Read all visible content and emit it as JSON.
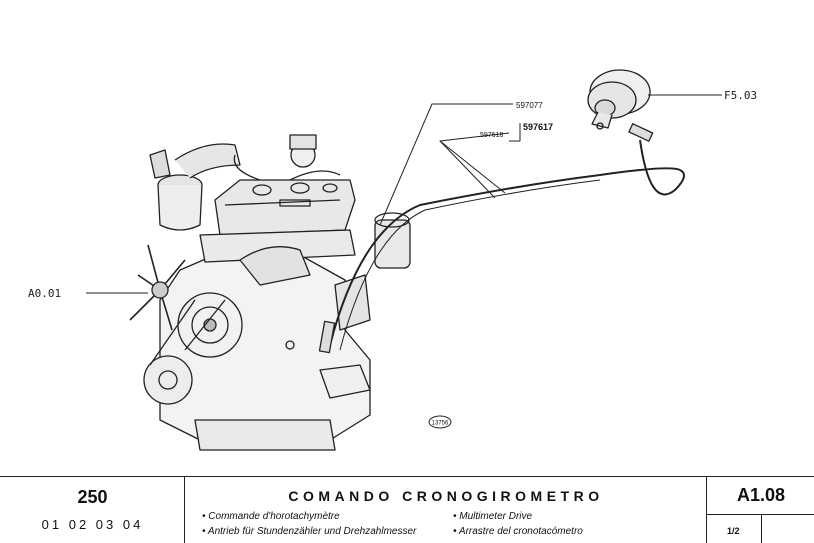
{
  "drawing": {
    "refs": {
      "speedometer": "F5.03",
      "engine": "A0.01",
      "part1": "597077",
      "part2": "597617",
      "part3": "597618",
      "stamp": "13756"
    }
  },
  "titleblock": {
    "model": "250",
    "years": "01 02 03 04",
    "title": "COMANDO CRONOGIROMETRO",
    "subtitles": {
      "fr": "• Commande d'horotachymètre",
      "de": "• Antrieb für Stundenzähler und Drehzahlmesser",
      "en": "• Multimeter Drive",
      "it": "• Arrastre del cronotacómetro"
    },
    "code": "A1.08",
    "sheet": "1/2"
  }
}
